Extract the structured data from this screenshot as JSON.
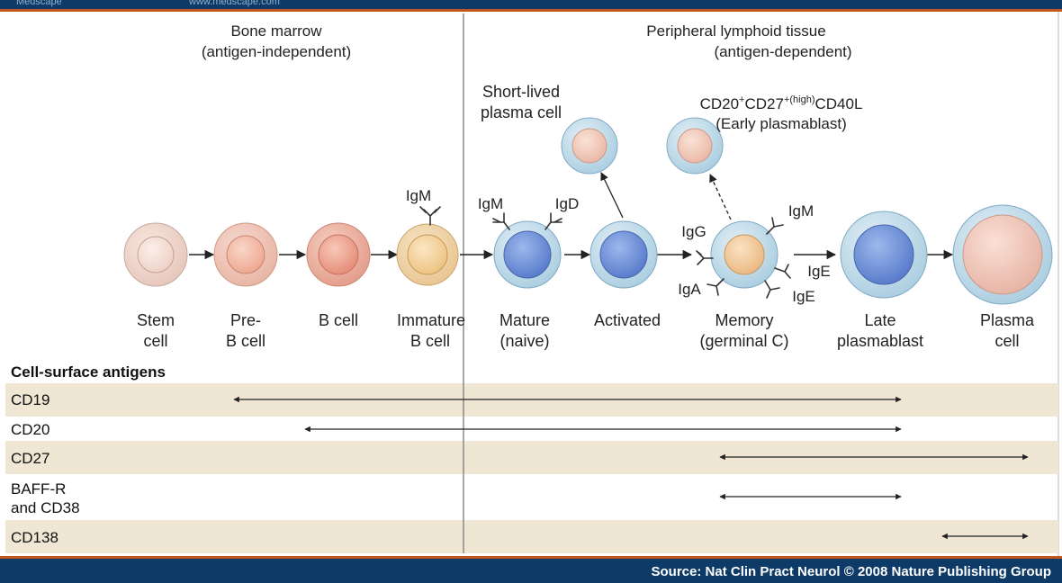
{
  "colors": {
    "banner": "#0d3a66",
    "banner_accent": "#c0571c",
    "row_band": "#efe6d3",
    "arrow": "#222222"
  },
  "top_banner": {
    "left_text": "Medscape",
    "right_text": "www.medscape.com"
  },
  "sections": {
    "left": {
      "title": "Bone marrow",
      "subtitle": "(antigen-independent)"
    },
    "right": {
      "title": "Peripheral lymphoid tissue",
      "subtitle": "(antigen-dependent)"
    }
  },
  "stages": [
    {
      "line1": "Stem",
      "line2": "cell"
    },
    {
      "line1": "Pre-",
      "line2": "B cell"
    },
    {
      "line1": "B cell",
      "line2": ""
    },
    {
      "line1": "Immature",
      "line2": "B cell"
    },
    {
      "line1": "Mature",
      "line2": "(naive)"
    },
    {
      "line1": "Activated",
      "line2": ""
    },
    {
      "line1": "Memory",
      "line2": "(germinal C)"
    },
    {
      "line1": "Late",
      "line2": "plasmablast"
    },
    {
      "line1": "Plasma",
      "line2": "cell"
    }
  ],
  "branches": {
    "short_lived": {
      "line1": "Short-lived",
      "line2": "plasma cell"
    },
    "early": {
      "cd20": "CD20",
      "sup1": "+",
      "cd27": "CD27",
      "sup2": "+(high)",
      "cd40l": "CD40L",
      "line2": "(Early plasmablast)"
    }
  },
  "receptors": {
    "igm_immature": "IgM",
    "igm_mature": "IgM",
    "igd_mature": "IgD",
    "igg_memory": "IgG",
    "igm_memory": "IgM",
    "iga_memory": "IgA",
    "ige_memory_1": "IgE",
    "ige_memory_2": "IgE"
  },
  "antigens": {
    "title": "Cell-surface antigens",
    "rows": [
      {
        "label1": "CD19",
        "label2": "",
        "band": true,
        "from_stage": 2,
        "to_stage": 8
      },
      {
        "label1": "CD20",
        "label2": "",
        "band": false,
        "from_stage": 3,
        "to_stage": 8
      },
      {
        "label1": "CD27",
        "label2": "",
        "band": true,
        "from_stage": 7,
        "to_stage": 9
      },
      {
        "label1": "BAFF-R",
        "label2": "and CD38",
        "band": false,
        "from_stage": 7,
        "to_stage": 8
      },
      {
        "label1": "CD138",
        "label2": "",
        "band": true,
        "from_stage": 9,
        "to_stage": 9
      }
    ]
  },
  "source": "Source: Nat Clin Pract Neurol © 2008 Nature Publishing Group"
}
